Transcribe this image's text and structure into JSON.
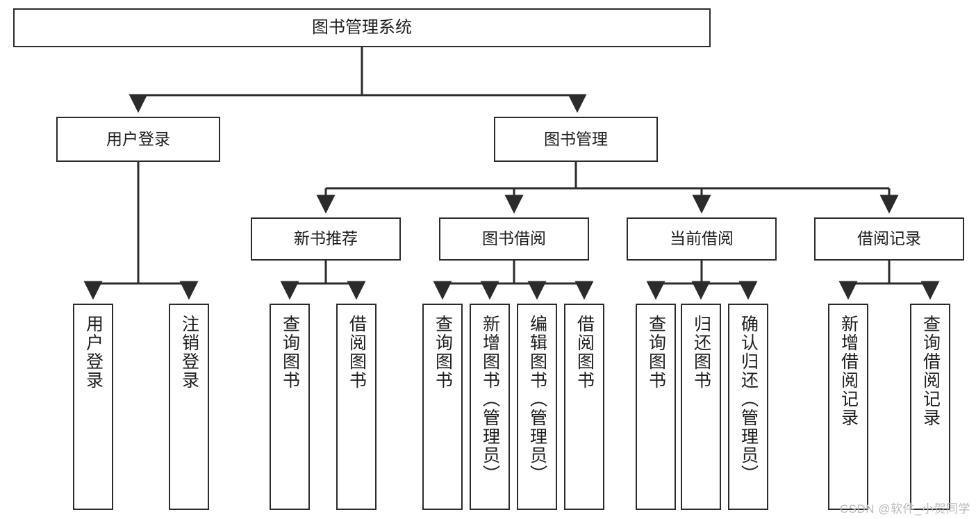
{
  "diagram": {
    "title": "图书管理系统",
    "type": "tree-hierarchy",
    "watermark": "CSDN @软件_小贺同学",
    "colors": {
      "stroke": "#2b2b2b",
      "fill": "#ffffff",
      "text": "#1d1d1d",
      "watermark": "#b9b9b9"
    },
    "nodes": {
      "root": {
        "label": "图书管理系统",
        "level": 1
      },
      "l2": [
        {
          "id": "user-login",
          "label": "用户登录",
          "level": 2
        },
        {
          "id": "book-manage",
          "label": "图书管理",
          "level": 2
        }
      ],
      "l3": [
        {
          "id": "new-book-recommend",
          "label": "新书推荐",
          "level": 3
        },
        {
          "id": "book-borrow",
          "label": "图书借阅",
          "level": 3
        },
        {
          "id": "current-borrow",
          "label": "当前借阅",
          "level": 3
        },
        {
          "id": "borrow-record",
          "label": "借阅记录",
          "level": 3
        }
      ],
      "leaves": [
        {
          "id": "leaf-user-login",
          "label": "用户登录",
          "parent": "user-login"
        },
        {
          "id": "leaf-logout-login",
          "label": "注销登录",
          "parent": "user-login"
        },
        {
          "id": "leaf-query-book-1",
          "label": "查询图书",
          "parent": "new-book-recommend"
        },
        {
          "id": "leaf-borrow-book-1",
          "label": "借阅图书",
          "parent": "new-book-recommend"
        },
        {
          "id": "leaf-query-book-2",
          "label": "查询图书",
          "parent": "book-borrow"
        },
        {
          "id": "leaf-add-book",
          "label": "新增图书（管理员）",
          "parent": "book-borrow"
        },
        {
          "id": "leaf-edit-book",
          "label": "编辑图书（管理员）",
          "parent": "book-borrow"
        },
        {
          "id": "leaf-borrow-book-2",
          "label": "借阅图书",
          "parent": "book-borrow"
        },
        {
          "id": "leaf-query-book-3",
          "label": "查询图书",
          "parent": "current-borrow"
        },
        {
          "id": "leaf-return-book",
          "label": "归还图书",
          "parent": "current-borrow"
        },
        {
          "id": "leaf-confirm-return",
          "label": "确认归还（管理员）",
          "parent": "current-borrow"
        },
        {
          "id": "leaf-add-record",
          "label": "新增借阅记录",
          "parent": "borrow-record"
        },
        {
          "id": "leaf-query-record",
          "label": "查询借阅记录",
          "parent": "borrow-record"
        }
      ]
    }
  }
}
